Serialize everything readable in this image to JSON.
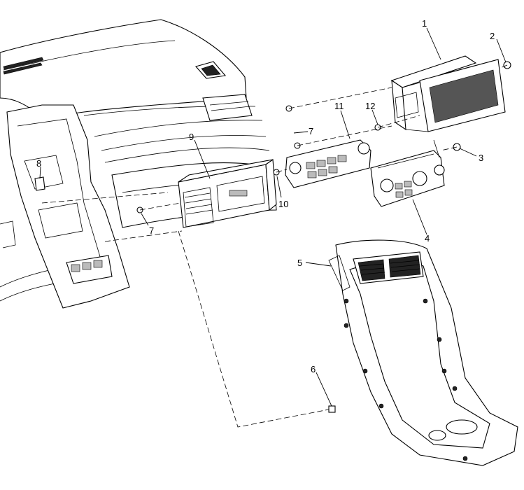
{
  "callouts": [
    {
      "id": "1",
      "text": "1"
    },
    {
      "id": "2",
      "text": "2"
    },
    {
      "id": "3",
      "text": "3"
    },
    {
      "id": "4",
      "text": "4"
    },
    {
      "id": "5",
      "text": "5"
    },
    {
      "id": "6",
      "text": "6"
    },
    {
      "id": "7a",
      "text": "7"
    },
    {
      "id": "7b",
      "text": "7"
    },
    {
      "id": "8",
      "text": "8"
    },
    {
      "id": "9",
      "text": "9"
    },
    {
      "id": "10",
      "text": "10"
    },
    {
      "id": "11",
      "text": "11"
    },
    {
      "id": "12",
      "text": "12"
    }
  ]
}
